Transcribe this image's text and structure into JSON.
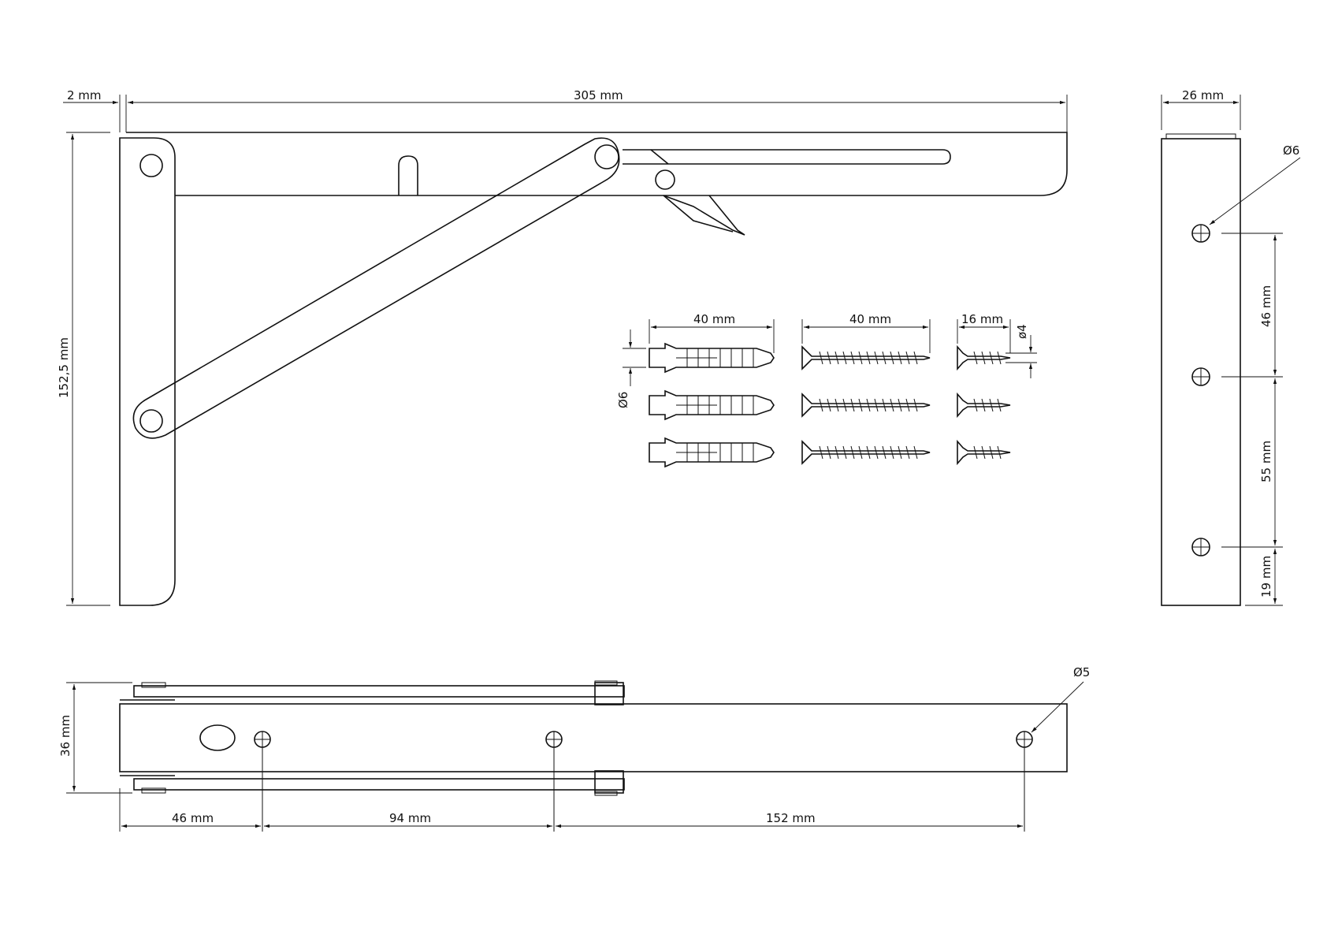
{
  "diagram": {
    "bracket_side_view": {
      "dims": {
        "thickness": "2 mm",
        "length": "305 mm",
        "height": "152,5 mm"
      }
    },
    "edge_view": {
      "dims": {
        "width": "26 mm",
        "hole_diameter": "Ø6",
        "spacing_top": "46 mm",
        "spacing_middle": "55 mm",
        "spacing_bottom": "19 mm"
      }
    },
    "top_view": {
      "dims": {
        "depth": "36 mm",
        "hole_diameter": "Ø5",
        "spacing_1": "46 mm",
        "spacing_2": "94 mm",
        "spacing_3": "152 mm"
      }
    },
    "hardware": {
      "anchor_length": "40 mm",
      "anchor_diameter": "Ø6",
      "long_screw_length": "40 mm",
      "short_screw_length": "16 mm",
      "short_screw_diameter": "ø4"
    }
  }
}
